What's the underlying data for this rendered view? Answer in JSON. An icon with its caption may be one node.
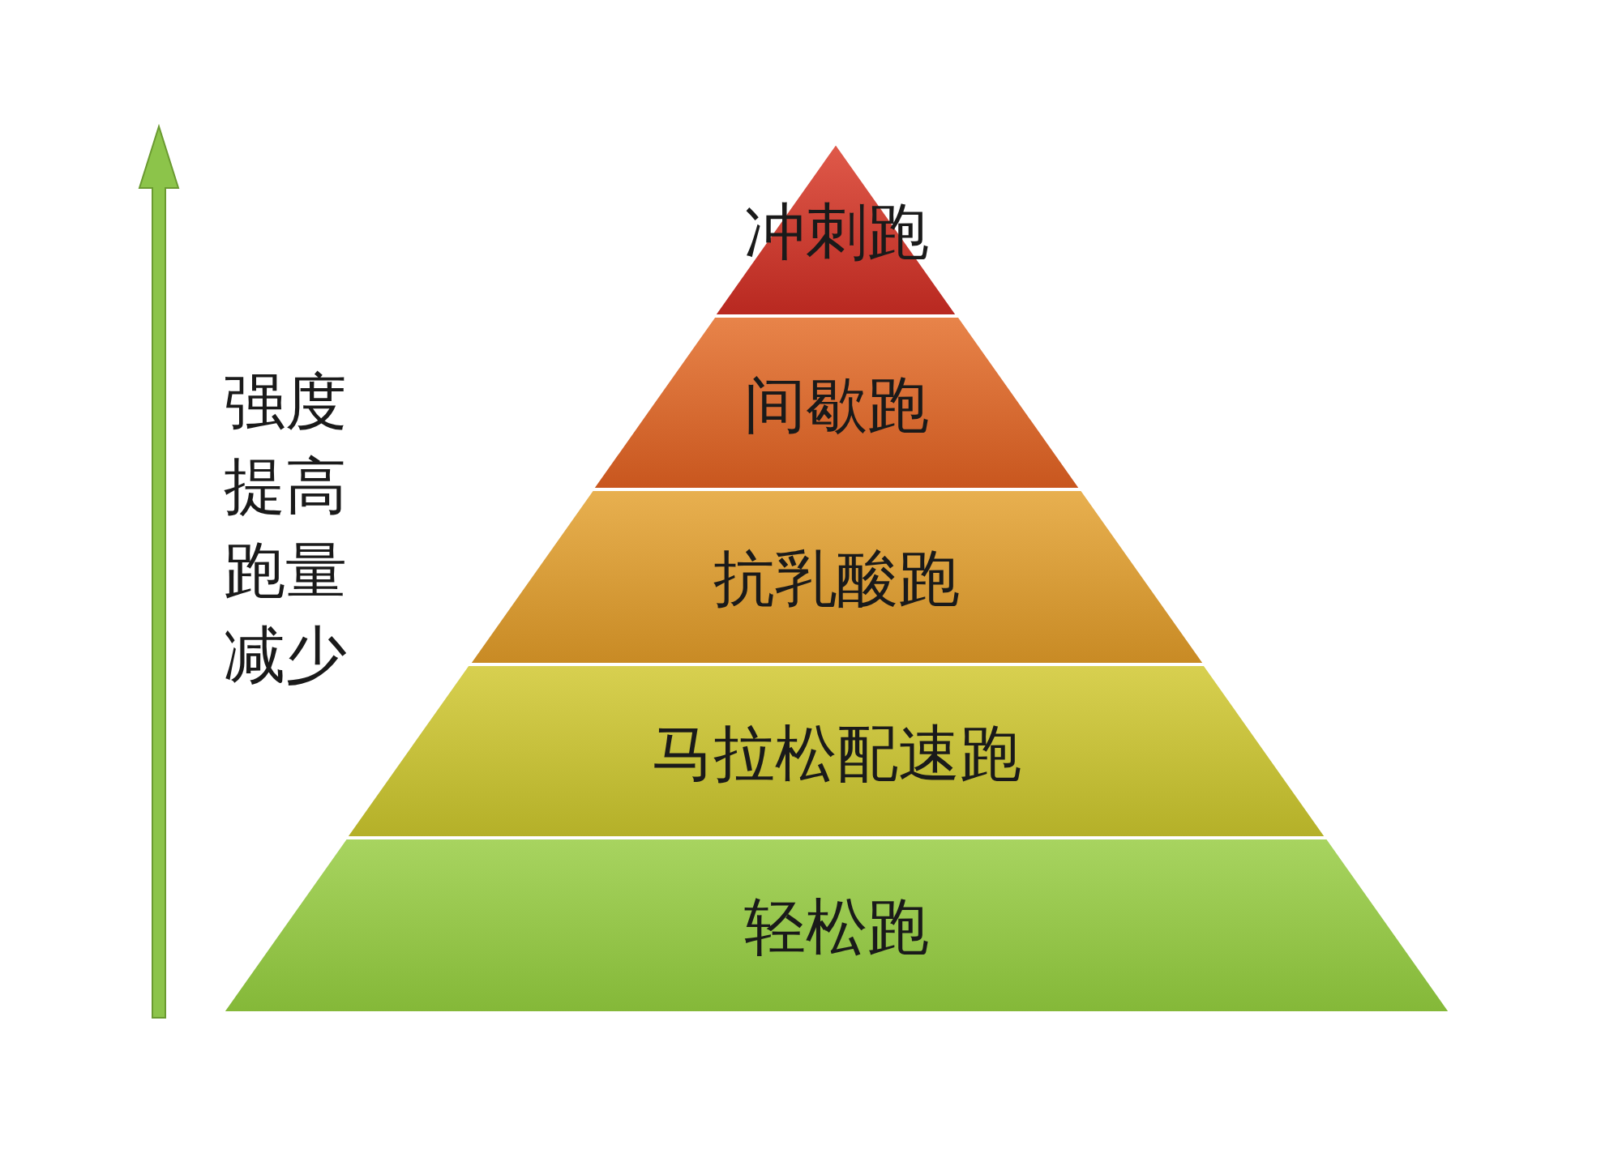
{
  "diagram": {
    "nodes": [
      {
        "text": [
          "冲刺跑"
        ]
      },
      {
        "text": [
          "间歇跑"
        ]
      },
      {
        "text": [
          "抗乳酸跑"
        ]
      },
      {
        "text": [
          "马拉松配速跑"
        ]
      },
      {
        "text": [
          "轻松跑"
        ]
      }
    ],
    "labels": [
      "强度提高跑量减少"
    ]
  }
}
